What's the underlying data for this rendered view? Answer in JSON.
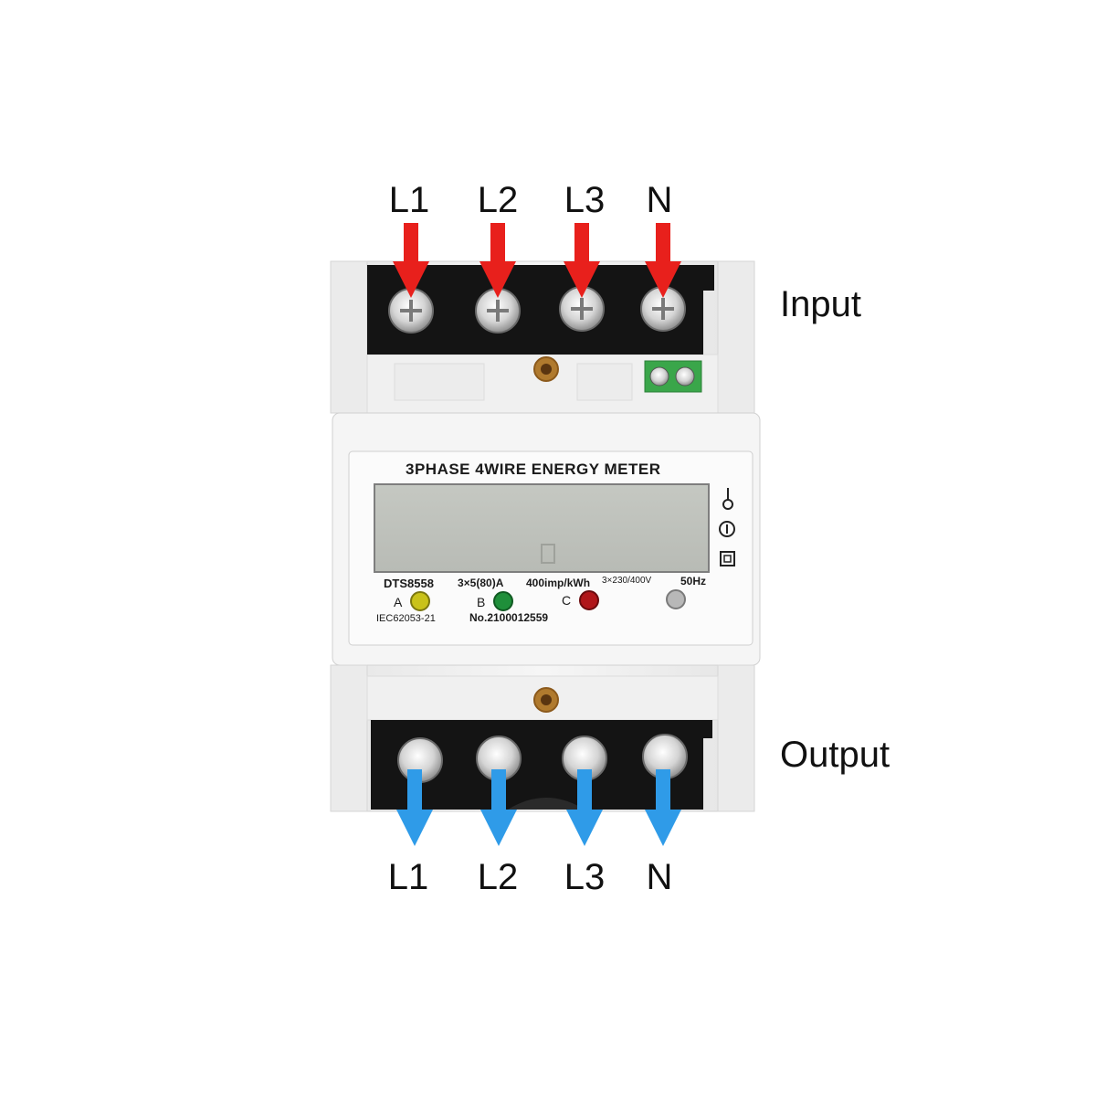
{
  "input_label": "Input",
  "output_label": "Output",
  "input_terminals": [
    "L1",
    "L2",
    "L3",
    "N"
  ],
  "output_terminals": [
    "L1",
    "L2",
    "L3",
    "N"
  ],
  "meter": {
    "title": "3PHASE 4WIRE ENERGY METER",
    "model": "DTS8558",
    "current_rating": "3×5(80)A",
    "constant": "400imp/kWh",
    "voltage": "3×230/400V",
    "frequency": "50Hz",
    "phase_a": "A",
    "phase_b": "B",
    "phase_c": "C",
    "standard": "IEC62053-21",
    "serial": "No.2100012559"
  },
  "colors": {
    "input_arrow": "#e8201c",
    "output_arrow": "#2f9be8",
    "housing": "#f3f3f3",
    "terminal_block": "#141414",
    "lcd": "#c9ccc6",
    "led_a": "#c9c21a",
    "led_b": "#1f8f3a",
    "led_c": "#b0161a",
    "led_pulse": "#b8b8b8"
  }
}
